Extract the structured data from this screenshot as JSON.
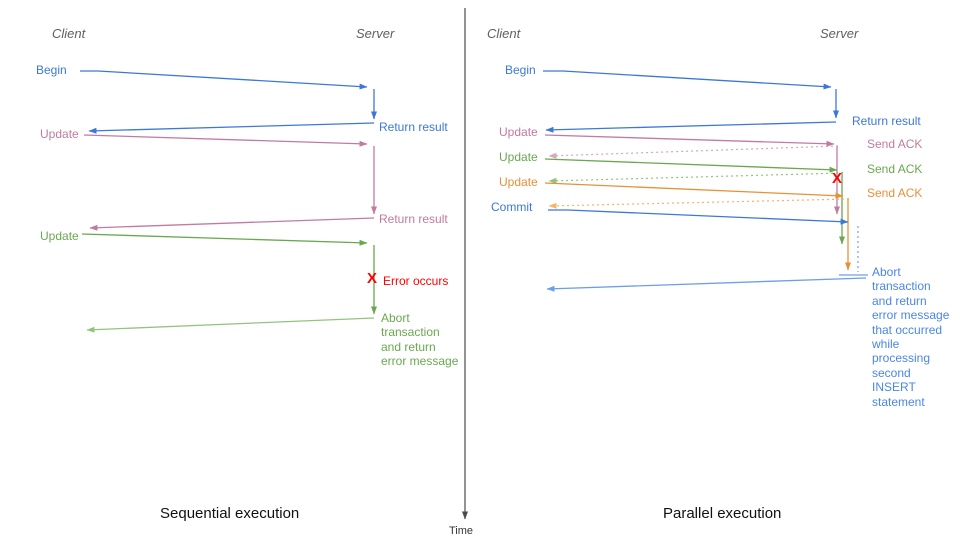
{
  "colors": {
    "blue": "#3c78d8",
    "blue_light": "#6d9eeb",
    "pink": "#c27ba0",
    "pink_light": "#d5a6bd",
    "green": "#6aa84f",
    "green_light": "#93c47d",
    "orange": "#e69138",
    "orange_light": "#f6b26b",
    "red": "#ff0000",
    "axis": "#4a4a4a",
    "abort_blue": "#4a86e8"
  },
  "time": {
    "label": "Time"
  },
  "sequential": {
    "title": "Sequential execution",
    "client": "Client",
    "server": "Server",
    "messages": {
      "begin": "Begin",
      "return_result_1": "Return result",
      "update_1": "Update",
      "return_result_2": "Return result",
      "update_2": "Update",
      "error_mark": "X",
      "error": "Error occurs",
      "abort": "Abort\ntransaction\nand return\nerror message"
    }
  },
  "parallel": {
    "title": "Parallel execution",
    "client": "Client",
    "server": "Server",
    "messages": {
      "begin": "Begin",
      "return_result": "Return result",
      "update_1": "Update",
      "ack_1": "Send ACK",
      "update_2": "Update",
      "ack_2": "Send ACK",
      "update_3": "Update",
      "ack_3": "Send ACK",
      "commit": "Commit",
      "error_mark": "X",
      "abort": "Abort\ntransaction\nand return\nerror message\nthat occurred\nwhile\nprocessing\nsecond\nINSERT\nstatement"
    }
  }
}
